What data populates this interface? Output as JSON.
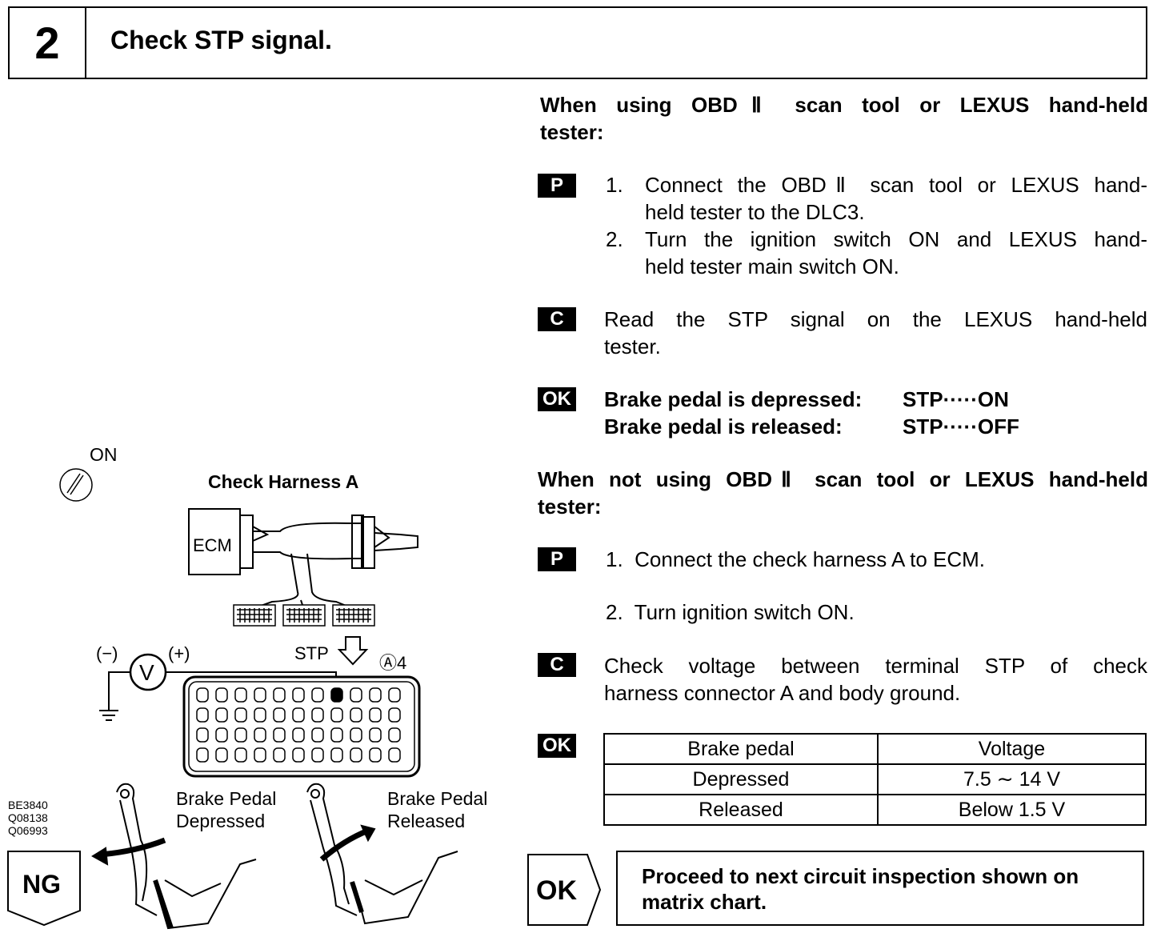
{
  "header": {
    "step_number": "2",
    "title": "Check STP signal."
  },
  "with_tool": {
    "heading_line1": "When using OBDⅡ scan tool or LEXUS hand-held",
    "heading_line2": "tester:",
    "tag_p": "P",
    "step1_num": "1.",
    "step1_line1": "Connect the OBDⅡ scan tool or LEXUS hand-",
    "step1_line2": "held tester to the DLC3.",
    "step2_num": "2.",
    "step2_line1": "Turn the ignition switch ON and LEXUS hand-",
    "step2_line2": "held tester main switch ON.",
    "tag_c": "C",
    "check_line1": "Read the STP signal on the LEXUS hand-held",
    "check_line2": "tester.",
    "tag_ok": "OK",
    "ok_row1_label": "Brake pedal is depressed:",
    "ok_row1_value": "STP·····ON",
    "ok_row2_label": "Brake pedal is released:",
    "ok_row2_value": "STP·····OFF"
  },
  "without_tool": {
    "heading_line1": "When not using OBDⅡ scan tool or LEXUS hand-held",
    "heading_line2": "tester:",
    "tag_p": "P",
    "step1": "1.  Connect the check harness A to ECM.",
    "step2": "2.  Turn ignition switch ON.",
    "tag_c": "C",
    "check_line1": "Check voltage between terminal STP of check",
    "check_line2": "harness connector A and body ground.",
    "tag_ok": "OK",
    "table": {
      "headers": [
        "Brake pedal",
        "Voltage"
      ],
      "rows": [
        [
          "Depressed",
          "7.5 ∼ 14 V"
        ],
        [
          "Released",
          "Below 1.5 V"
        ]
      ]
    }
  },
  "diagram": {
    "on_label": "ON",
    "harness_label": "Check Harness A",
    "ecm_label": "ECM",
    "minus_label": "(−)",
    "plus_label": "(+)",
    "voltmeter_label": "V",
    "stp_label": "STP",
    "connector_label": "Ⓐ4",
    "pedal_depressed_line1": "Brake Pedal",
    "pedal_depressed_line2": "Depressed",
    "pedal_released_line1": "Brake Pedal",
    "pedal_released_line2": "Released",
    "codes": [
      "BE3840",
      "Q08138",
      "Q06993"
    ]
  },
  "footer": {
    "ng_label": "NG",
    "ok_label": "OK",
    "proceed_line1": "Proceed to next circuit inspection shown on",
    "proceed_line2": "matrix chart."
  }
}
